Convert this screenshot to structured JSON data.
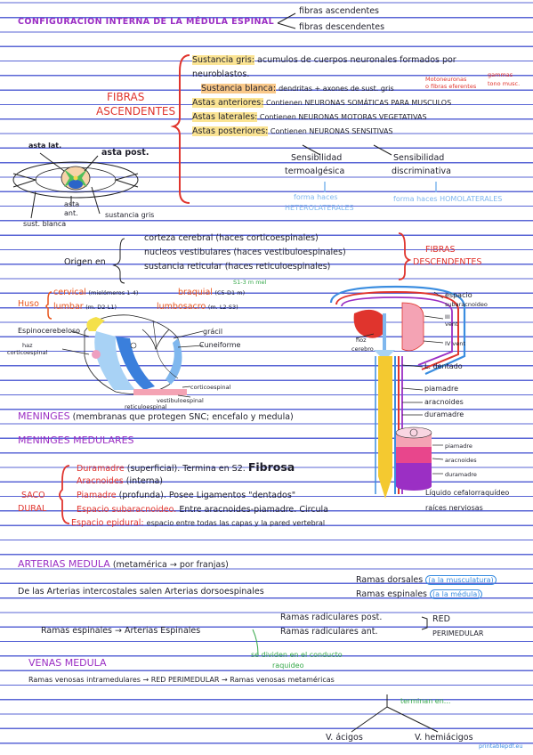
{
  "header": {
    "title": "CONFIGURACION INTERNA DE LA MÉDULA ESPINAL",
    "branch_1": "fibras ascendentes",
    "branch_2": "fibras descendentes"
  },
  "ascendentes": {
    "label_1": "FIBRAS",
    "label_2": "ASCENDENTES",
    "gris_term": "Sustancia gris:",
    "gris_def_1": "acumulos de cuerpos neuronales formados por",
    "gris_def_2": "neuroblastos.",
    "blanca_term": "Sustancia blanca:",
    "blanca_def": "dendritas + axones de sust. gris",
    "blanca_note_1": "Motoneuronas",
    "blanca_note_2": "o fibras eferentes",
    "blanca_note_3": "gammas",
    "blanca_note_4": "tono musc.",
    "ant_term": "Astas anteriores:",
    "ant_def": "Contienen NEURONAS SOMÁTICAS PARA MUSCULOS",
    "lat_term": "Astas laterales:",
    "lat_def": "Contienen NEURONAS MOTORAS VEGETATIVAS",
    "post_term": "Astas posteriores:",
    "post_def": "Contienen NEURONAS SENSITIVAS",
    "sens_1a": "Sensibilidad",
    "sens_1b": "termoalgésica",
    "sens_2a": "Sensibilidad",
    "sens_2b": "discriminativa",
    "form_1a": "forma haces",
    "form_1b": "HETEROLATERALES",
    "form_2": "forma haces HOMOLATERALES"
  },
  "diagram_cross": {
    "asta_lat": "asta lat.",
    "asta_post": "asta post.",
    "asta_ant_1": "asta",
    "asta_ant_2": "ant.",
    "sust_gris": "sustancia gris",
    "sust_blanca": "sust. blanca"
  },
  "descendentes": {
    "origen": "Origen en",
    "item_1": "corteza cerebral (haces corticoespinales)",
    "item_2": "nucleos vestibulares (haces vestibuloespinales)",
    "item_3": "sustancia reticular (haces reticuloespinales)",
    "label_1": "FIBRAS",
    "label_2": "DESCENDENTES"
  },
  "huso": {
    "label": "Huso",
    "cervical": "cervical",
    "cervical_range": "(mielómeros 1-4)",
    "braquial": "braquial",
    "braquial_range": "(C5-D1 m)",
    "lumbar": "lumbar",
    "lumbar_range": "(m. D2-L1)",
    "lumbosacro": "lumbosacro",
    "lumbosacro_range": "(m. L2-S3)",
    "note": "S1-3 m mel"
  },
  "tracts": {
    "espino": "Espinocerebeloso",
    "haz_1": "haz",
    "haz_2": "corticoespinal",
    "gracil": "grácil",
    "cuneiforme": "Cuneiforme",
    "cortico": "corticoespinal",
    "vestibulo": "vestibuloespinal",
    "reticulo": "reticuloespinal"
  },
  "sagittal": {
    "espacio_1": "espacio",
    "espacio_2": "subaracnoideo",
    "iii": "III",
    "iii_vent": "vent",
    "iv_vent": "IV vent",
    "hoz_1": "hoz",
    "hoz_2": "cerebro",
    "l_dentado": "L. dentado",
    "piamadre": "piamadre",
    "aracnoides": "aracnoides",
    "duramadre": "duramadre"
  },
  "meninges": {
    "title": "MENINGES",
    "desc": "(membranas que protegen SNC; encefalo y medula)",
    "subtitle": "MENINGES MEDULARES",
    "dura_term": "Duramadre",
    "dura_def": "(superficial). Termina en S2.",
    "fibrosa": "Fibrosa",
    "arac_term": "Aracnoides",
    "arac_def": "(interna)",
    "pia_term": "Piamadre",
    "pia_def": "(profunda). Posee Ligamentos \"dentados\"",
    "sub_term": "Espacio subaracnoideo.",
    "sub_def": "Entre aracnoides-piamadre. Circula",
    "epi_term": "Espacio epidural:",
    "epi_def": "espacio entre todas las capas y la pared vertebral",
    "saco_1": "SACO",
    "saco_2": "DURAL",
    "liquido": "Líquido cefalorraquídeo",
    "raices": "raíces nerviosas",
    "lbl_pia": "piamadre",
    "lbl_arac": "aracnoides",
    "lbl_dura": "duramadre"
  },
  "arterias": {
    "title": "ARTERIAS MEDULA",
    "title_note": "(metamérica → por franjas)",
    "line_1": "De las Arterias intercostales salen Arterias dorsoespinales",
    "dorsales": "Ramas dorsales",
    "dorsales_note": "(a la musculatura)",
    "espinales": "Ramas espinales",
    "espinales_note": "(a la médula)",
    "line_2": "Ramas espinales → Arterias Espinales",
    "rad_post": "Ramas radiculares post.",
    "rad_ant": "Ramas radiculares ant.",
    "red": "RED",
    "perimedular": "PERIMEDULAR",
    "dividen_1": "se dividen en el conducto",
    "dividen_2": "raquideo"
  },
  "venas": {
    "title": "VENAS MEDULA",
    "line": "Ramas venosas intramedulares → RED PERIMEDULAR → Ramas venosas metaméricas",
    "terminan": "terminan en...",
    "azigos": "V. ácigos",
    "hemiazigos": "V. hemiácigos",
    "watermark": "printablepdf.eu"
  }
}
